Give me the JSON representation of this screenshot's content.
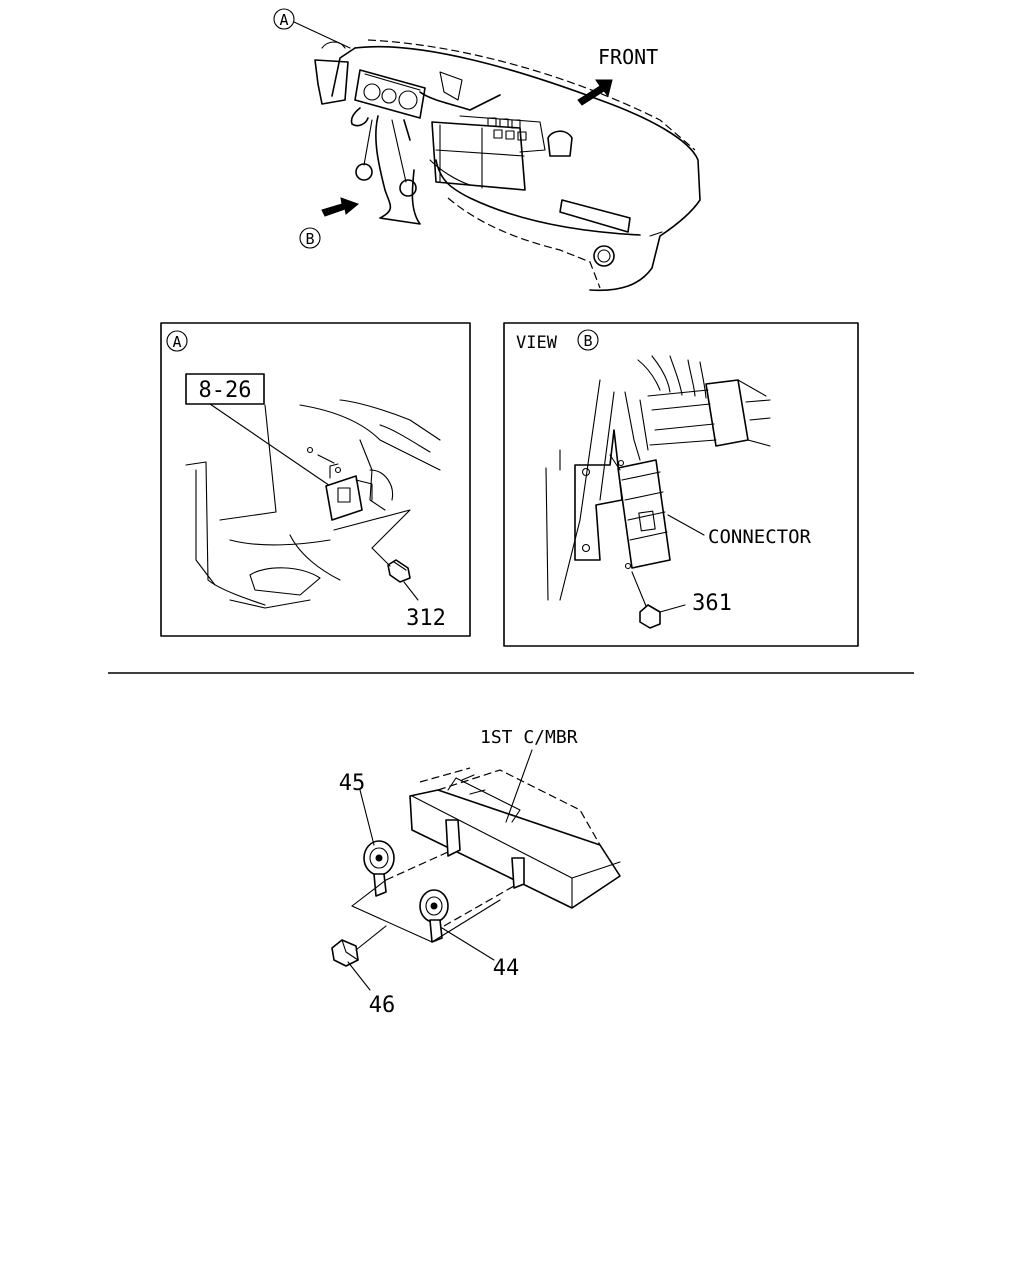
{
  "overview": {
    "callout_a": "A",
    "callout_b": "B",
    "front_label": "FRONT"
  },
  "panel_a": {
    "callout": "A",
    "ref_box": "8-26",
    "part_number": "312"
  },
  "panel_b": {
    "view_prefix": "VIEW",
    "callout": "B",
    "connector_label": "CONNECTOR",
    "part_number": "361"
  },
  "horn_assembly": {
    "member_label": "1ST C/MBR",
    "parts": [
      "45",
      "44",
      "46"
    ]
  },
  "colors": {
    "line": "#000000",
    "background": "#ffffff"
  }
}
